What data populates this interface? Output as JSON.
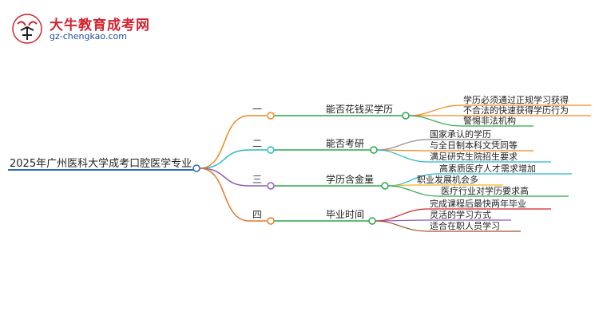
{
  "logo": {
    "title": "大牛教育成考网",
    "url": "gz-chengkao.com",
    "accent_color": "#d3232f"
  },
  "mindmap": {
    "root": "2025年广州医科大学成考口腔医学专业",
    "branches": [
      {
        "index": "一",
        "label": "能否花钱买学历",
        "color": "#f0891d",
        "children": [
          "学历必须通过正规学习获得",
          "不合法的快速获得学历行为",
          "警惕非法机构"
        ]
      },
      {
        "index": "二",
        "label": "能否考研",
        "color": "#27b9c9",
        "children": [
          "国家承认的学历",
          "与全日制本科文凭同等",
          "满足研究生院招生要求"
        ]
      },
      {
        "index": "三",
        "label": "学历含金量",
        "color": "#8f5bb5",
        "children": [
          "高素质医疗人才需求增加",
          "职业发展机会多",
          "医疗行业对学历要求高"
        ]
      },
      {
        "index": "四",
        "label": "毕业时间",
        "color": "#e4792c",
        "children": [
          "完成课程后最快两年毕业",
          "灵活的学习方式",
          "适合在职人员学习"
        ]
      }
    ],
    "child_colors": [
      [
        "#f0891d",
        "#f0891d",
        "#2aa64a"
      ],
      [
        "#8c8c8c",
        "#f0891d",
        "#27b9c9"
      ],
      [
        "#27b9c9",
        "#f0b21d",
        "#2aa64a"
      ],
      [
        "#d3232f",
        "#8f5bb5",
        "#a0522d"
      ]
    ],
    "root_color": "#2d6aa8"
  }
}
